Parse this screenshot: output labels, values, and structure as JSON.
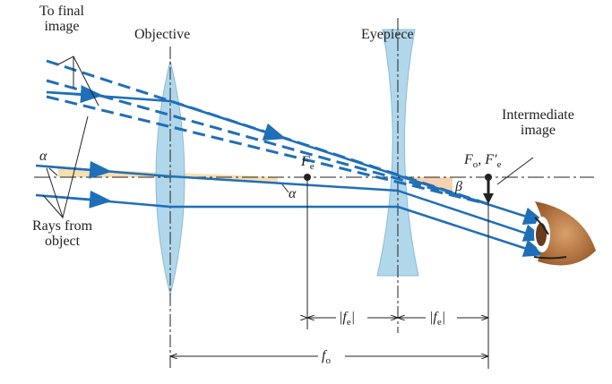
{
  "labels": {
    "to_final_image": [
      "To final",
      "image"
    ],
    "objective": "Objective",
    "eyepiece": "Eyepiece",
    "intermediate_image": [
      "Intermediate",
      "image"
    ],
    "rays_from_object": [
      "Rays from",
      "object"
    ],
    "alpha": "α",
    "beta": "β",
    "fe_point": "F",
    "fe_point_sub": "e",
    "fo_fe_prime": "F",
    "fo_sub": "o",
    "fe_prime": "F′",
    "fe_prime_sub": "e",
    "fe_dim": "|f",
    "fe_dim_sub": "e",
    "fe_dim_close": "|",
    "fo_dim": "f",
    "fo_dim_sub": "o"
  },
  "colors": {
    "ray": "#1f6fb8",
    "lens": "#a9d3e8",
    "angle": "#f6dfb0",
    "eye": "#b07040"
  }
}
